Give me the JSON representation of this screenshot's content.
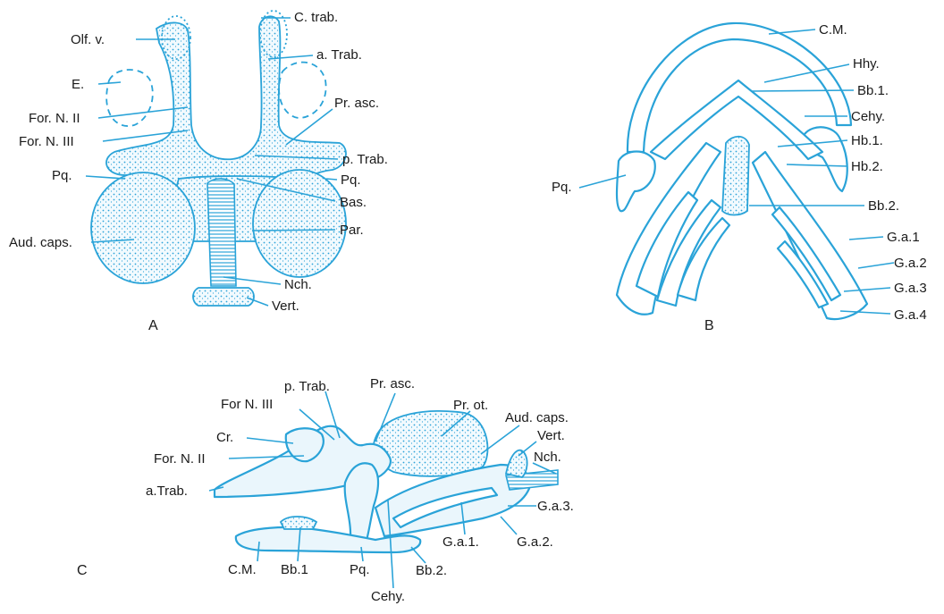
{
  "panels": {
    "A": {
      "letter": "A",
      "labels": {
        "c_trab": "C. trab.",
        "olf_v": "Olf. v.",
        "a_trab": "a. Trab.",
        "e": "E.",
        "pr_asc": "Pr. asc.",
        "for_n_ii": "For. N. II",
        "for_n_iii": "For. N. III",
        "p_trab": "p. Trab.",
        "pq_left": "Pq.",
        "pq_right": "Pq.",
        "bas": "Bas.",
        "aud_caps": "Aud. caps.",
        "par": "Par.",
        "nch": "Nch.",
        "vert": "Vert."
      }
    },
    "B": {
      "letter": "B",
      "labels": {
        "cm": "C.M.",
        "hhy": "Hhy.",
        "bb1": "Bb.1.",
        "cehy": "Cehy.",
        "hb1": "Hb.1.",
        "hb2": "Hb.2.",
        "pq": "Pq.",
        "bb2": "Bb.2.",
        "ga1": "G.a.1",
        "ga2": "G.a.2",
        "ga3": "G.a.3",
        "ga4": "G.a.4"
      }
    },
    "C": {
      "letter": "C",
      "labels": {
        "p_trab": "p. Trab.",
        "pr_asc": "Pr. asc.",
        "pr_ot": "Pr. ot.",
        "for_n_iii": "For N. III",
        "aud_caps": "Aud. caps.",
        "vert": "Vert.",
        "cr": "Cr.",
        "nch": "Nch.",
        "for_n_ii": "For. N. II",
        "a_trab": "a.Trab.",
        "ga3": "G.a.3.",
        "ga2": "G.a.2.",
        "ga1": "G.a.1.",
        "cm": "C.M.",
        "bb1": "Bb.1",
        "pq": "Pq.",
        "bb2": "Bb.2.",
        "cehy": "Cehy."
      }
    }
  },
  "colors": {
    "line": "#2aa3d8",
    "text": "#1a1a1a"
  }
}
